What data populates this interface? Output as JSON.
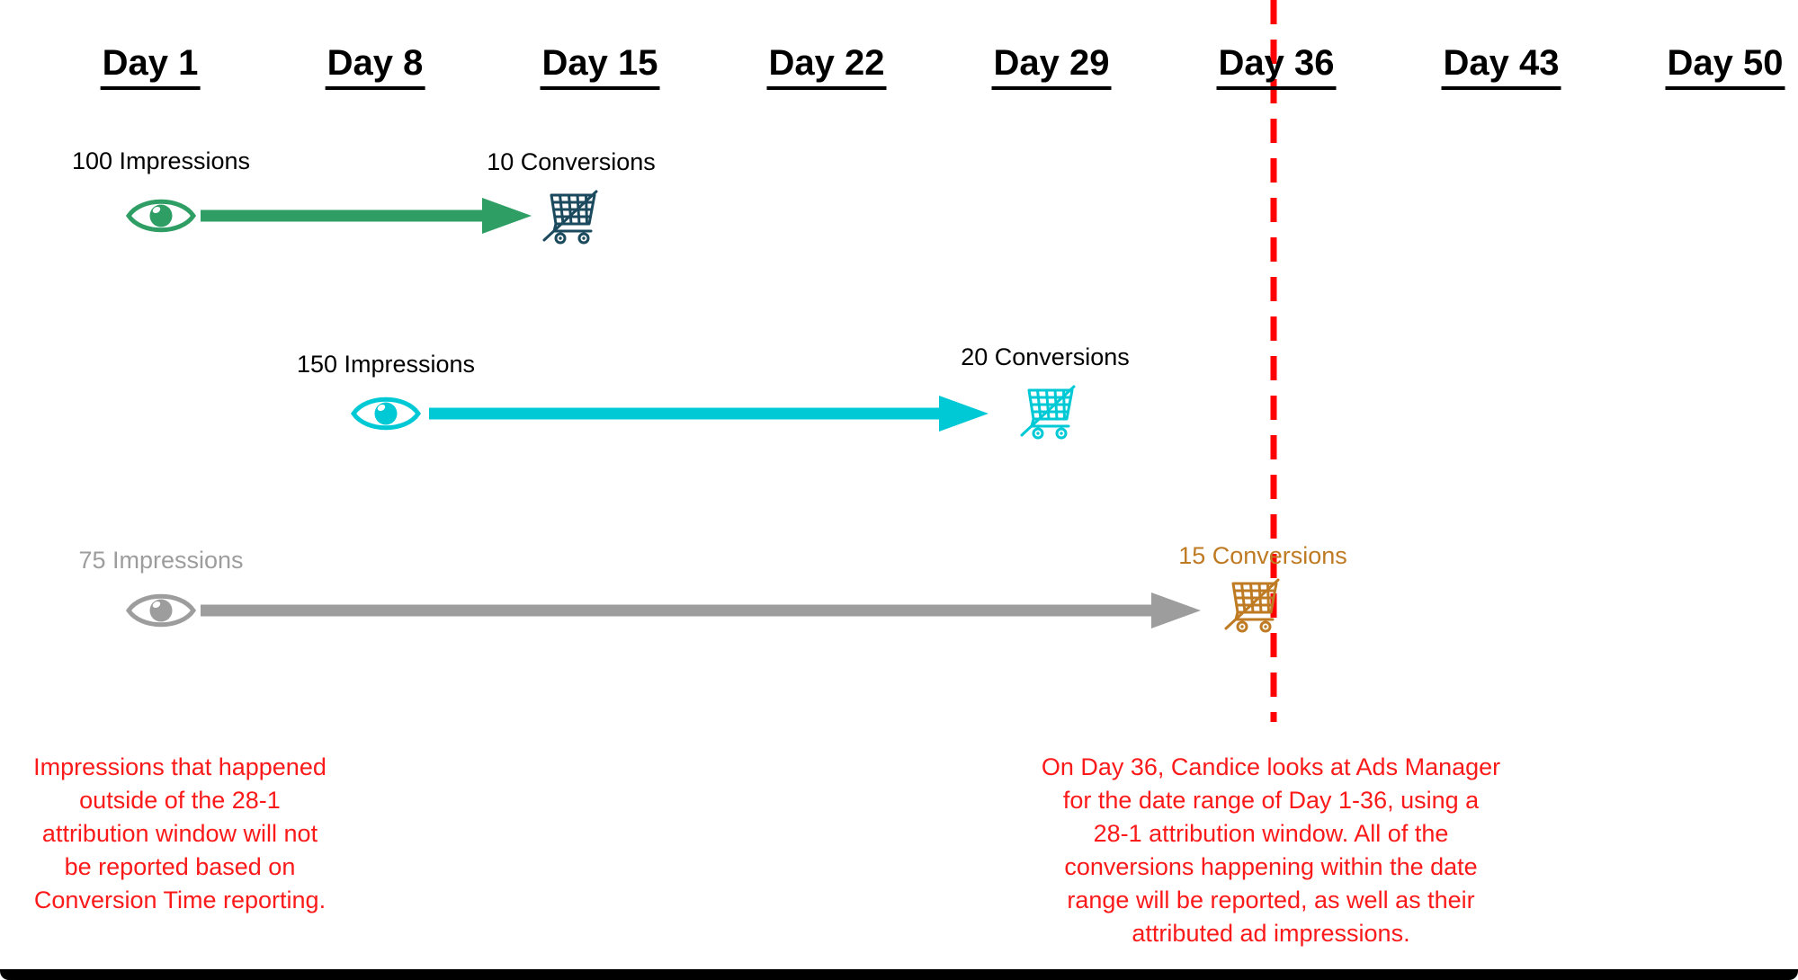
{
  "timeline": {
    "days": [
      "Day 1",
      "Day 8",
      "Day 15",
      "Day 22",
      "Day 29",
      "Day 36",
      "Day 43",
      "Day 50"
    ]
  },
  "rows": [
    {
      "impressions": "100 Impressions",
      "conversions": "10 Conversions",
      "colors": {
        "main": "#2e9e64",
        "cart": "#1b4a5e",
        "impressions_text": "#000000",
        "conversions_text": "#000000"
      }
    },
    {
      "impressions": "150 Impressions",
      "conversions": "20 Conversions",
      "colors": {
        "main": "#00c9d6",
        "cart": "#00c9d6",
        "impressions_text": "#000000",
        "conversions_text": "#000000"
      }
    },
    {
      "impressions": "75 Impressions",
      "conversions": "15 Conversions",
      "colors": {
        "main": "#9d9d9d",
        "cart": "#bf7b23",
        "impressions_text": "#9d9d9d",
        "conversions_text": "#bf7b23"
      }
    }
  ],
  "marker": {
    "color": "#ff0000"
  },
  "annotations": {
    "color": "#fa1a1a",
    "left_note_lines": [
      "Impressions that happened",
      "outside of the 28-1",
      "attribution window will not",
      "be reported based on",
      "Conversion Time reporting."
    ],
    "right_note_lines": [
      "On Day 36, Candice looks at Ads Manager",
      "for the date range of Day 1-36, using a",
      "28-1 attribution window. All of the",
      "conversions happening within the date",
      "range will be reported, as well as their",
      "attributed ad impressions."
    ]
  }
}
